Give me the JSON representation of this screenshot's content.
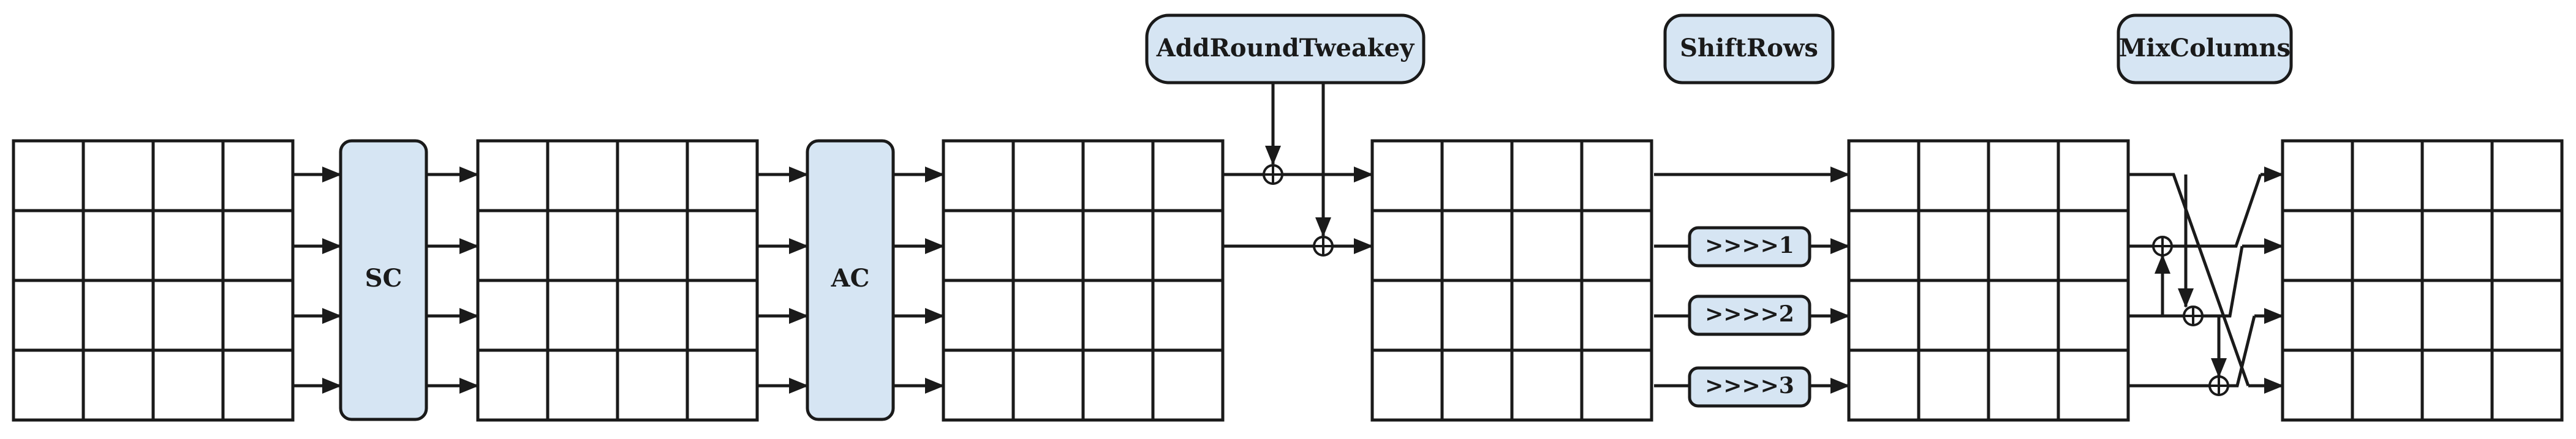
{
  "colors": {
    "box_fill": "#d6e5f3",
    "stroke": "#1a1a1a",
    "cell_fill": "#ffffff"
  },
  "operations": {
    "sc": "SC",
    "ac": "AC",
    "add_round_tweakey": "AddRoundTweakey",
    "shift_rows": "ShiftRows",
    "mix_columns": "MixColumns"
  },
  "shift_labels": [
    ">>>>1",
    ">>>>2",
    ">>>>3"
  ],
  "state": {
    "rows": 4,
    "cols": 4,
    "count": 6
  },
  "icons": {
    "xor": "xor-circle-plus-icon",
    "arrow": "arrowhead-icon"
  }
}
